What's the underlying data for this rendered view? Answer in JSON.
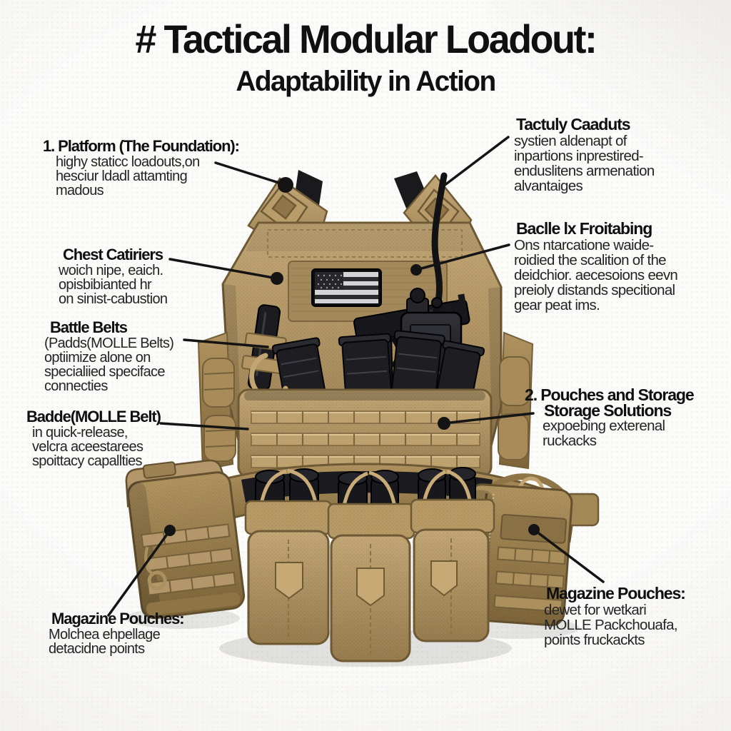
{
  "title": {
    "line1": "# Tactical Modular Loadout:",
    "line2": "Adaptability in Action"
  },
  "annotations": {
    "left": [
      {
        "heading": "1. Platform (The Foundation):",
        "lines": [
          "highy staticc loadouts,on",
          "hesciur ldadl attamting",
          "madous"
        ]
      },
      {
        "heading": "Chest Catiriers",
        "lines": [
          "woich nipe, eaich.",
          "opisbibianted hr",
          "on sinist-cabustion"
        ]
      },
      {
        "heading": "Battle Belts",
        "lines": [
          "(Padds(MOLLE Belts)",
          "optiimize alone on",
          "specialiied speciface",
          "connecties"
        ]
      },
      {
        "heading": "Badde(MOLLE Belt)",
        "lines": [
          "in quick-release,",
          "velcra aceestarees",
          "spoittacy capallties"
        ]
      },
      {
        "heading": "Magazine Pouches:",
        "lines": [
          "Molchea ehpellage",
          "detacidne points"
        ]
      }
    ],
    "right": [
      {
        "heading": "Tactuly Caaduts",
        "lines": [
          "systien aldenapt of",
          "inpartions inprestired-",
          "enduslitens armenation",
          "alvantaiges"
        ]
      },
      {
        "heading": "Baclle lx Froitabing",
        "lines": [
          "Ons ntarcatione waide-",
          "roidied the scalition of the",
          "deidchior. aecesoions eevn",
          "preioly distands specitional",
          "gear peat ims."
        ]
      },
      {
        "heading": "2. Pouches and Storage",
        "heading2": "Storage Solutions",
        "lines": [
          "expoebing exterenal",
          "ruckacks"
        ]
      },
      {
        "heading": "Magazine Pouches:",
        "lines": [
          "dewet for wetkari",
          "MOLLE Packchouafa,",
          "points fruckackts"
        ]
      }
    ]
  },
  "illustration": {
    "subject": "coyote-tan modular plate carrier vest with MOLLE webbing, US flag patch, radio with antenna, pistol, rifle magazines, battle belt with magazine pouches and side utility pouches"
  },
  "colors": {
    "background": "#f4f3f1",
    "vest_tan": "#b3986c",
    "vest_tan_dark": "#7c6540",
    "webbing_light": "#c8ab77",
    "gear_black": "#1b1b1f",
    "text": "#141414",
    "callout_line": "#141414"
  }
}
